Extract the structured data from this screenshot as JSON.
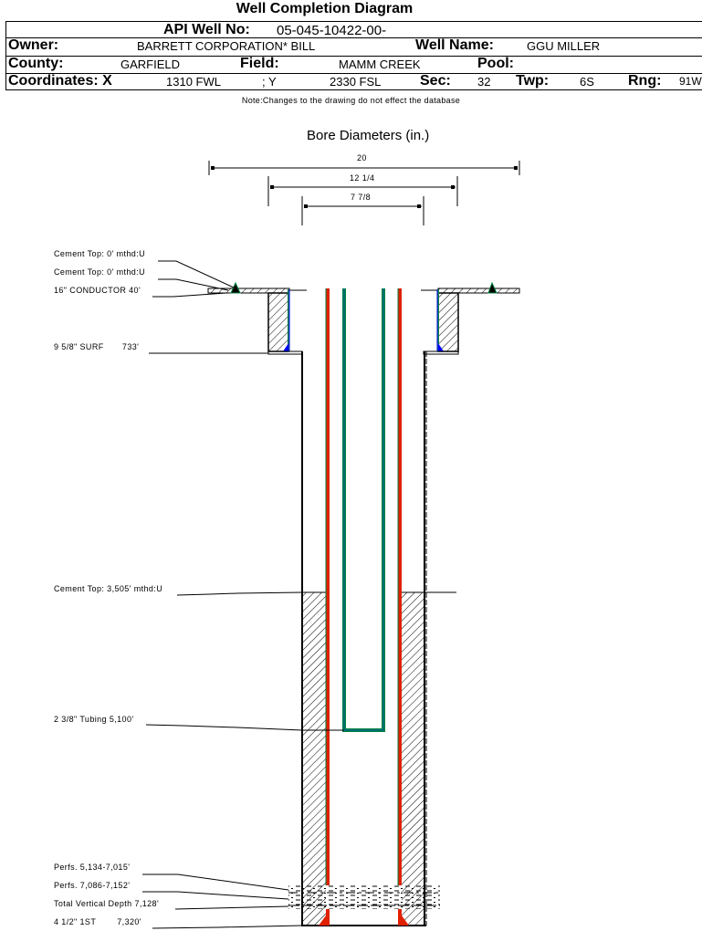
{
  "title": "Well Completion Diagram",
  "header": {
    "api_label": "API Well No:",
    "api_value": "05-045-10422-00-",
    "owner_label": "Owner:",
    "owner_value": "BARRETT CORPORATION* BILL",
    "well_name_label": "Well Name:",
    "well_name_value": "GGU MILLER",
    "county_label": "County:",
    "county_value": "GARFIELD",
    "field_label": "Field:",
    "field_value": "MAMM CREEK",
    "pool_label": "Pool:",
    "pool_value": "",
    "coords_label": "Coordinates: X",
    "x_value": "1310 FWL",
    "y_label": "; Y",
    "y_value": "2330 FSL",
    "sec_label": "Sec:",
    "sec_value": "32",
    "twp_label": "Twp:",
    "twp_value": "6S",
    "rng_label": "Rng:",
    "rng_value": "91W"
  },
  "note": "Note:Changes to the drawing do not effect the database",
  "bore": {
    "title": "Bore Diameters (in.)",
    "diameters": [
      "20",
      "12 1/4",
      "7 7/8"
    ]
  },
  "annotations": [
    "Cement Top: 0' mthd:U",
    "Cement Top: 0' mthd:U",
    "16\" CONDUCTOR  40'",
    "9 5/8\" SURF       733'",
    "Cement Top: 3,505' mthd:U",
    "2 3/8\" Tubing 5,100'",
    "Perfs. 5,134-7,015'",
    "Perfs. 7,086-7,152'",
    "Total Vertical Depth 7,128'",
    "4 1/2\" 1ST        7,320'"
  ],
  "colors": {
    "casing_red": "#e02000",
    "casing_green": "#008040",
    "tubing_blue": "#0060a0",
    "cement_shoe_blue": "#0000ff"
  }
}
